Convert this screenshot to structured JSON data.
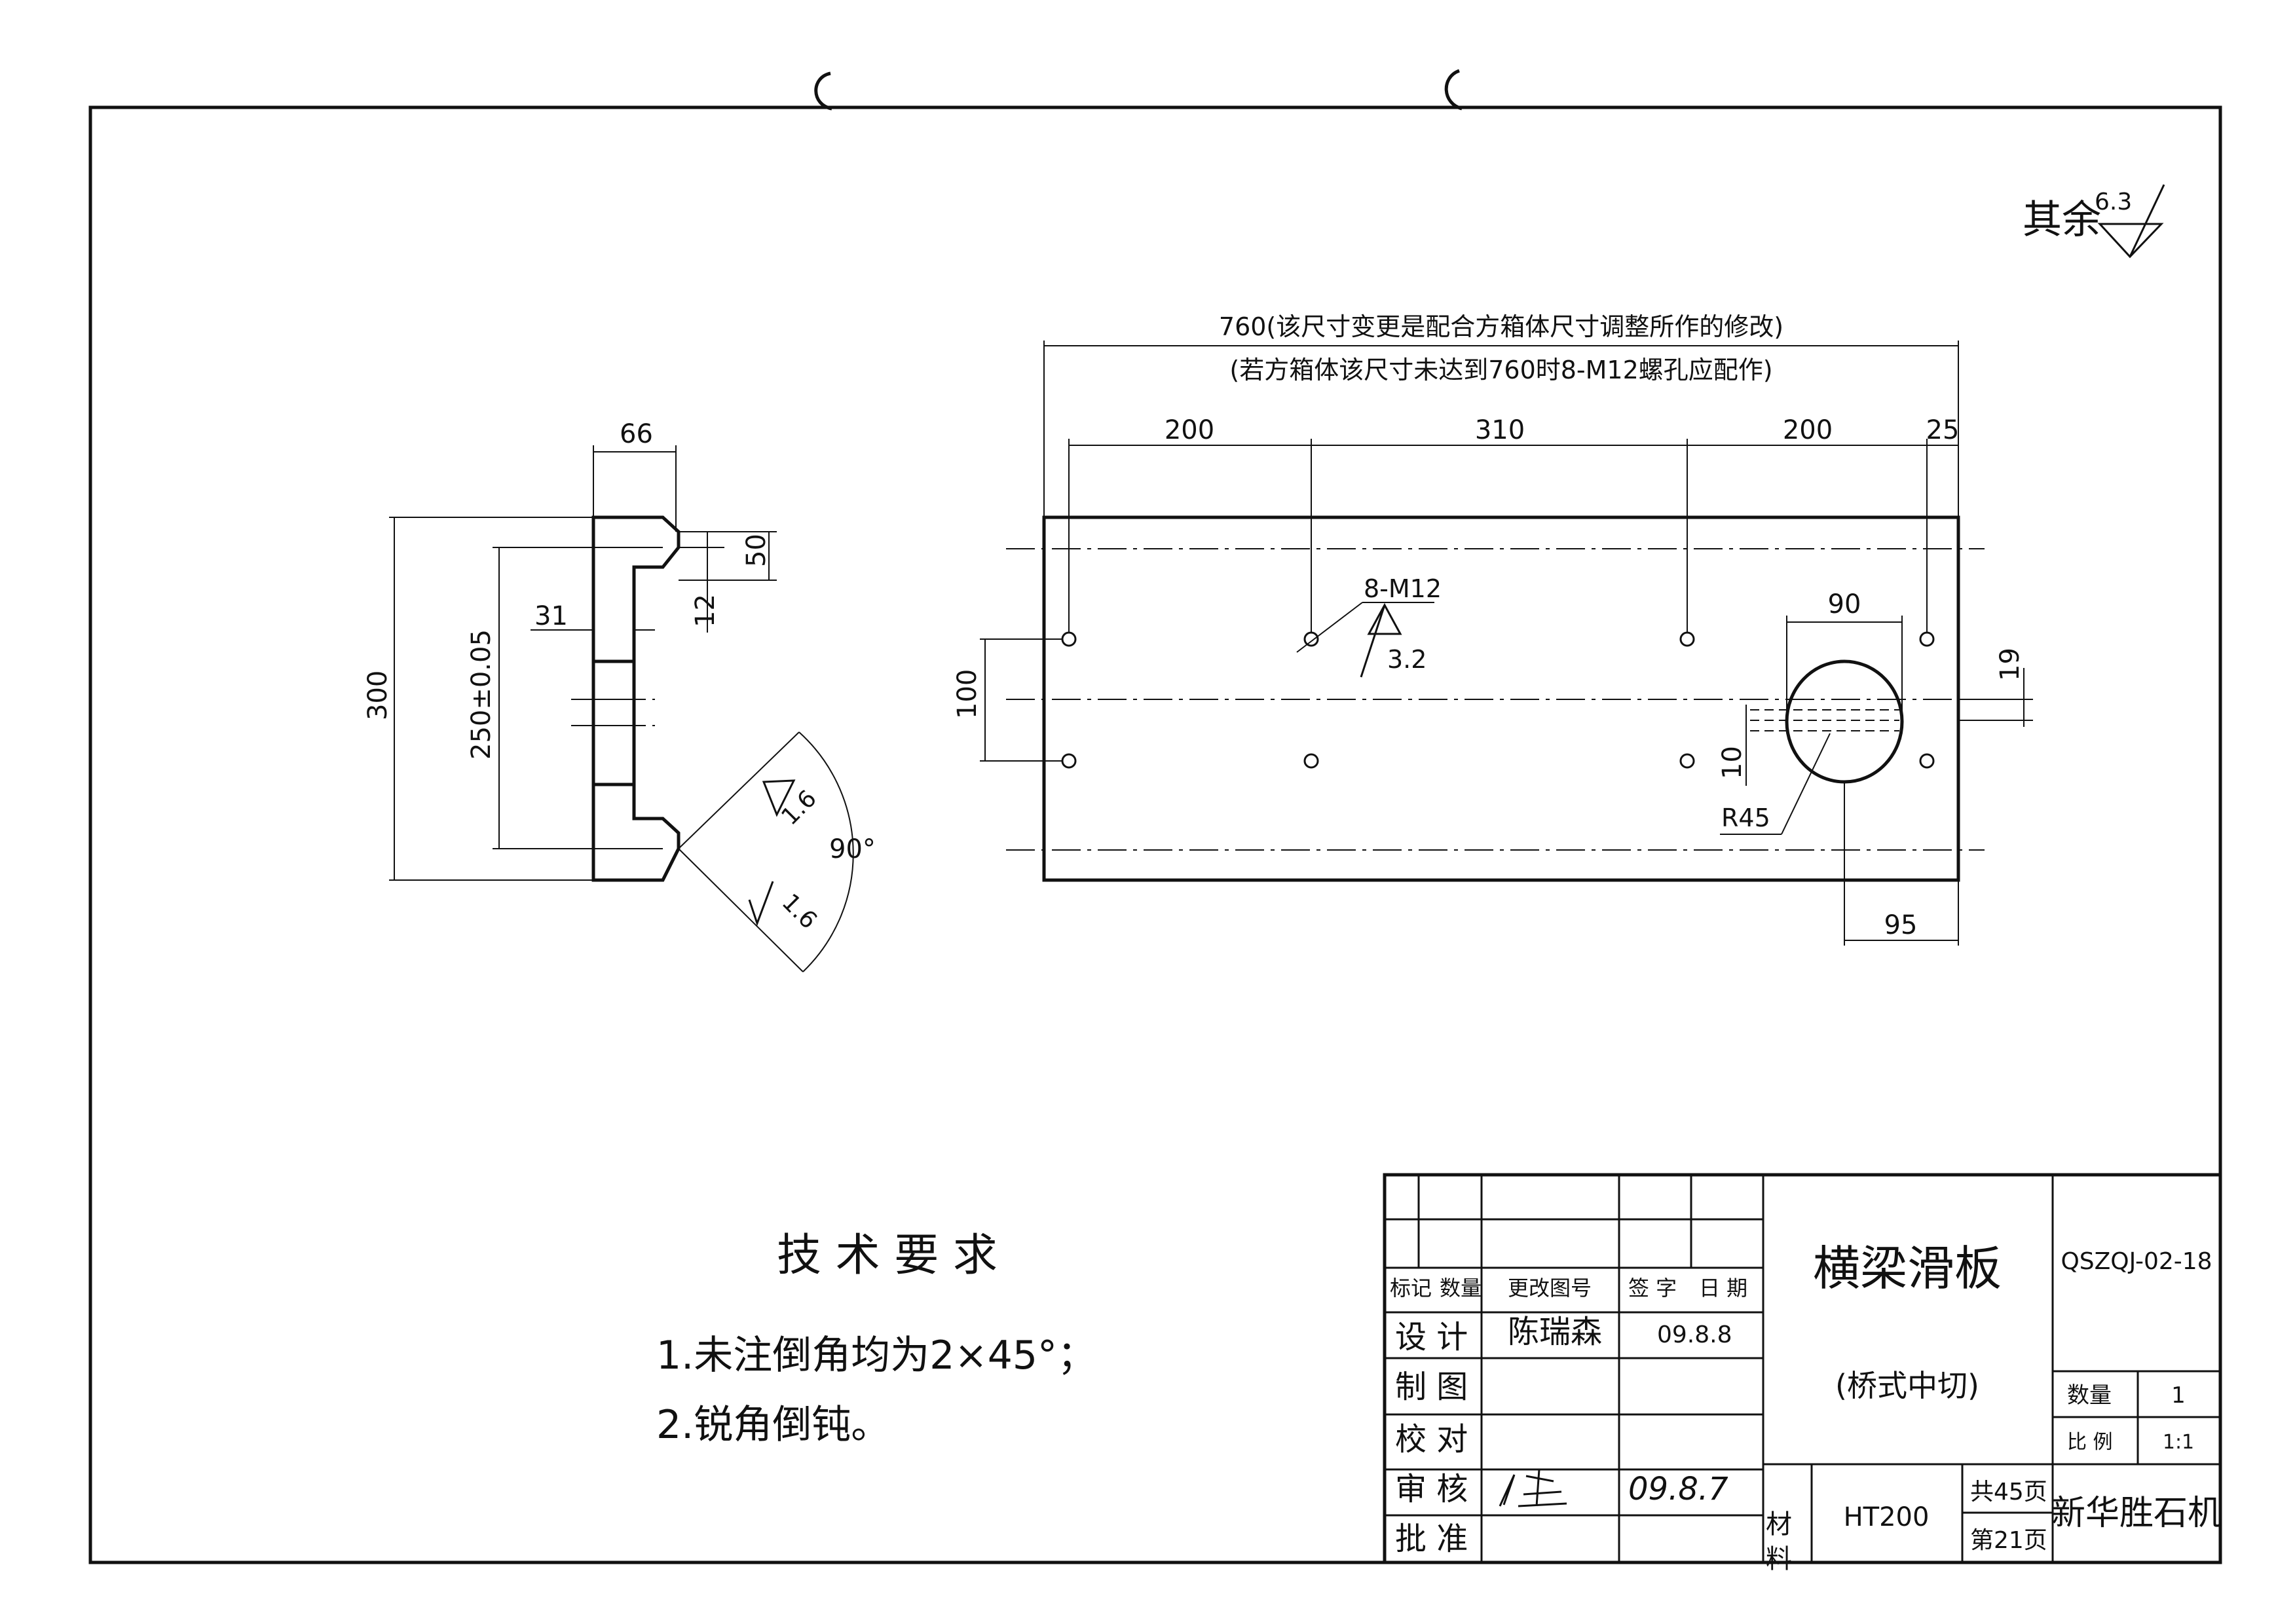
{
  "roughness_note": {
    "label": "其余",
    "value": "6.3"
  },
  "front_view": {
    "overall_dim": "760(该尺寸变更是配合方箱体尺寸调整所作的修改)",
    "overall_note": "(若方箱体该尺寸未达到760时8-M12螺孔应配作)",
    "spacing_dims": [
      "200",
      "310",
      "200",
      "25"
    ],
    "hole_callout": "8-M12",
    "hole_roughness": "3.2",
    "hole_row_spacing": "100",
    "slot_width": "90",
    "slot_offset": "19",
    "slot_depth": "10",
    "slot_radius": "R45",
    "slot_edge_dim": "95"
  },
  "section_view": {
    "width_dim": "66",
    "height_dim": "300",
    "inner_dim": "250±0.05",
    "lip_dim": "31",
    "chamfer_dim": "50",
    "step_dim": "12",
    "roughness_a": "1.6",
    "roughness_b": "1.6",
    "angle": "90°"
  },
  "tech_requirements": {
    "title": "技 术 要 求",
    "items": [
      "1.未注倒角均为2×45°；",
      "2.锐角倒钝。"
    ]
  },
  "title_block": {
    "part_name": "横梁滑板",
    "part_subname": "(桥式中切)",
    "drawing_no": "QSZQJ-02-18",
    "col_headers": [
      "标记",
      "数量",
      "更改图号",
      "签 字",
      "日 期"
    ],
    "design_label": "设 计",
    "designer": "陈瑞森",
    "design_date": "09.8.8",
    "draw_label": "制 图",
    "check_label": "校 对",
    "review_label": "审 核",
    "review_date": "09.8.7",
    "approve_label": "批 准",
    "material_label": "材 料",
    "material": "HT200",
    "total_pages": "共45页",
    "page_no": "第21页",
    "qty_label": "数量",
    "qty": "1",
    "scale_label": "比 例",
    "scale": "1:1",
    "company": "新华胜石机"
  }
}
